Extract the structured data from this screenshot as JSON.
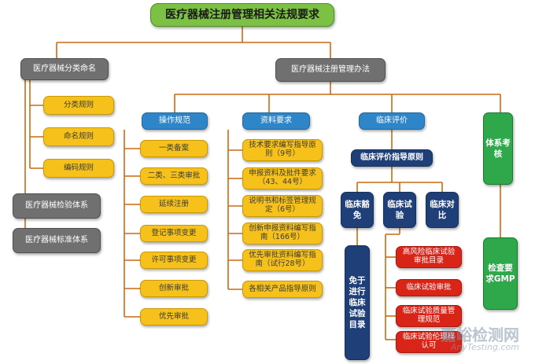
{
  "title": "医疗器械注册管理相关法规要求",
  "left": {
    "branch": "医疗器械分类命名",
    "items": [
      "分类规则",
      "命名规则",
      "编码规则"
    ],
    "systems": [
      "医疗器械检验体系",
      "医疗器械标准体系"
    ]
  },
  "main": {
    "branch": "医疗器械注册管理办法",
    "ops": {
      "header": "操作规范",
      "items": [
        "一类备案",
        "二类、三类审批",
        "延续注册",
        "登记事项变更",
        "许可事项变更",
        "创新审批",
        "优先审批"
      ]
    },
    "docs": {
      "header": "资料要求",
      "items": [
        "技术要求编写指导原则（9号）",
        "申报资料及批件要求（43、44号）",
        "说明书和标签管理规定（6号）",
        "创新申报资料编写指南（166号）",
        "优先审批资料编写指南（试行28号）",
        "各相关产品指导原则"
      ]
    },
    "clinical": {
      "header": "临床评价",
      "principle": "临床评价指导原则",
      "modes": [
        "临床豁免",
        "临床试验",
        "临床对比"
      ],
      "exempt_list": "免于进行临床试验目录",
      "trial_items": [
        "高风险临床试验审批目录",
        "临床试验审批",
        "临床试验质量管理规范",
        "临床试验伦理样认可"
      ]
    },
    "system": {
      "header": "体系考核",
      "gmp": "检查要求GMP"
    }
  },
  "watermark": {
    "cn": "嘉峪检测网",
    "en": "AnyTesting.com"
  }
}
